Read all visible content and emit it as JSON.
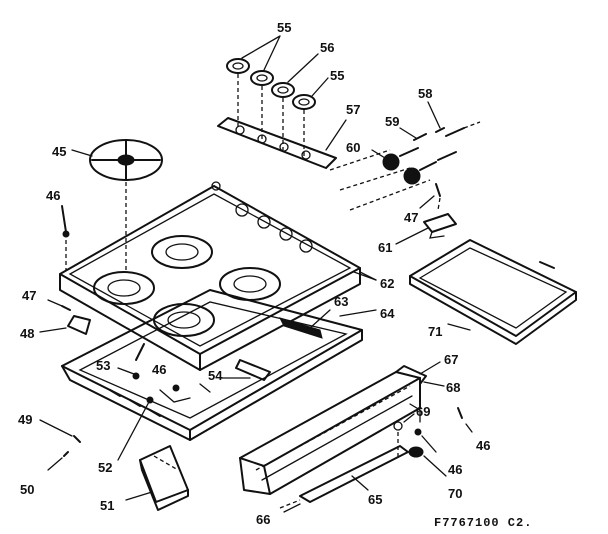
{
  "diagram_code": "F7767100 C2.",
  "labels": [
    {
      "id": "l55a",
      "text": "55"
    },
    {
      "id": "l56",
      "text": "56"
    },
    {
      "id": "l55b",
      "text": "55"
    },
    {
      "id": "l57",
      "text": "57"
    },
    {
      "id": "l58",
      "text": "58"
    },
    {
      "id": "l59",
      "text": "59"
    },
    {
      "id": "l60",
      "text": "60"
    },
    {
      "id": "l45",
      "text": "45"
    },
    {
      "id": "l46a",
      "text": "46"
    },
    {
      "id": "l47a",
      "text": "47"
    },
    {
      "id": "l61",
      "text": "61"
    },
    {
      "id": "l62",
      "text": "62"
    },
    {
      "id": "l47b",
      "text": "47"
    },
    {
      "id": "l63",
      "text": "63"
    },
    {
      "id": "l64",
      "text": "64"
    },
    {
      "id": "l48",
      "text": "48"
    },
    {
      "id": "l71",
      "text": "71"
    },
    {
      "id": "l53",
      "text": "53"
    },
    {
      "id": "l46b",
      "text": "46"
    },
    {
      "id": "l54",
      "text": "54"
    },
    {
      "id": "l67",
      "text": "67"
    },
    {
      "id": "l68",
      "text": "68"
    },
    {
      "id": "l49",
      "text": "49"
    },
    {
      "id": "l69",
      "text": "69"
    },
    {
      "id": "l46c",
      "text": "46"
    },
    {
      "id": "l46d",
      "text": "46"
    },
    {
      "id": "l52",
      "text": "52"
    },
    {
      "id": "l50",
      "text": "50"
    },
    {
      "id": "l70",
      "text": "70"
    },
    {
      "id": "l51",
      "text": "51"
    },
    {
      "id": "l65",
      "text": "65"
    },
    {
      "id": "l66",
      "text": "66"
    }
  ]
}
